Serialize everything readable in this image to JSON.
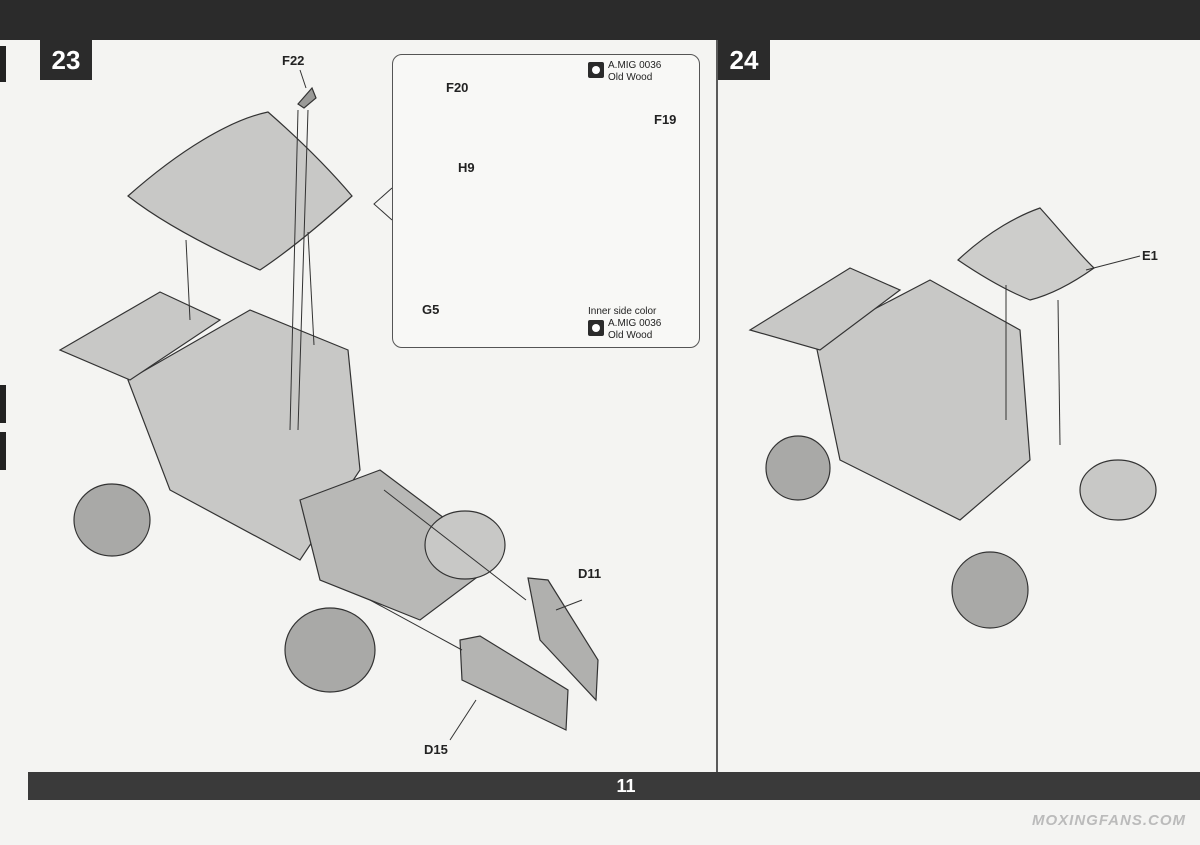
{
  "page_number": "11",
  "steps": [
    {
      "number": "23"
    },
    {
      "number": "24"
    }
  ],
  "parts": {
    "f22": "F22",
    "f20": "F20",
    "h9": "H9",
    "f19": "F19",
    "g5": "G5",
    "d11": "D11",
    "d15": "D15",
    "e1": "E1"
  },
  "paints": {
    "top": {
      "code": "A.MIG 0036",
      "name": "Old Wood"
    },
    "inner": {
      "note": "Inner side color",
      "code": "A.MIG 0036",
      "name": "Old Wood"
    }
  },
  "watermark": "MOXINGFANS.COM"
}
